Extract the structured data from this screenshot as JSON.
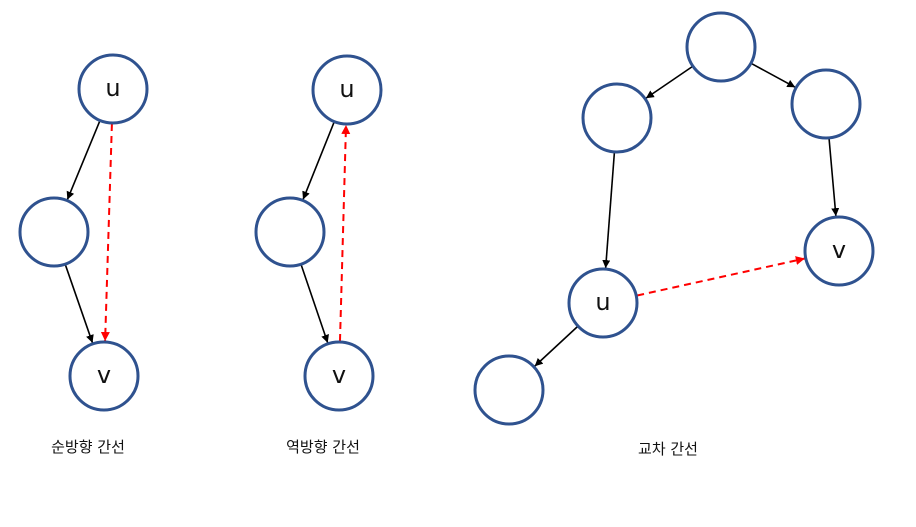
{
  "colors": {
    "node_stroke": "#2f528f",
    "tree_edge": "#000000",
    "highlight_edge": "#ff0000"
  },
  "diagrams": [
    {
      "caption": "순방향 간선",
      "nodes": [
        {
          "id": "u",
          "label": "u"
        },
        {
          "id": "m",
          "label": ""
        },
        {
          "id": "v",
          "label": "v"
        }
      ],
      "edges": [
        {
          "from": "u",
          "to": "m",
          "kind": "tree"
        },
        {
          "from": "m",
          "to": "v",
          "kind": "tree"
        },
        {
          "from": "u",
          "to": "v",
          "kind": "forward"
        }
      ]
    },
    {
      "caption": "역방향 간선",
      "nodes": [
        {
          "id": "u",
          "label": "u"
        },
        {
          "id": "m",
          "label": ""
        },
        {
          "id": "v",
          "label": "v"
        }
      ],
      "edges": [
        {
          "from": "u",
          "to": "m",
          "kind": "tree"
        },
        {
          "from": "m",
          "to": "v",
          "kind": "tree"
        },
        {
          "from": "v",
          "to": "u",
          "kind": "back"
        }
      ]
    },
    {
      "caption": "교차 간선",
      "nodes": [
        {
          "id": "root",
          "label": ""
        },
        {
          "id": "left",
          "label": ""
        },
        {
          "id": "right",
          "label": ""
        },
        {
          "id": "u",
          "label": "u"
        },
        {
          "id": "v",
          "label": "v"
        },
        {
          "id": "leaf",
          "label": ""
        }
      ],
      "edges": [
        {
          "from": "root",
          "to": "left",
          "kind": "tree"
        },
        {
          "from": "root",
          "to": "right",
          "kind": "tree"
        },
        {
          "from": "left",
          "to": "u",
          "kind": "tree"
        },
        {
          "from": "right",
          "to": "v",
          "kind": "tree"
        },
        {
          "from": "u",
          "to": "leaf",
          "kind": "tree"
        },
        {
          "from": "u",
          "to": "v",
          "kind": "cross"
        }
      ]
    }
  ]
}
